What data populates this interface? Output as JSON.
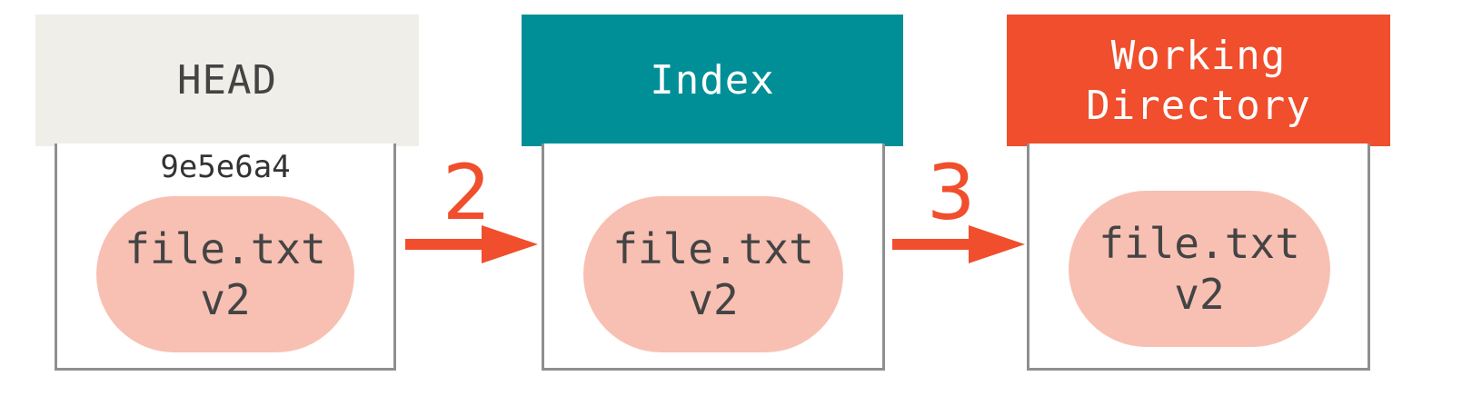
{
  "colors": {
    "head": "#efeee8",
    "index": "#008f97",
    "working": "#f04e2c",
    "blob": "#f8c0b3",
    "arrow": "#f04e2c",
    "border": "#8f8f8f"
  },
  "areas": [
    {
      "id": "head",
      "title": "HEAD",
      "title_color": "#444444",
      "sha": "9e5e6a4",
      "blob": {
        "name": "file.txt",
        "version": "v2"
      }
    },
    {
      "id": "index",
      "title": "Index",
      "title_color": "#ffffff",
      "sha": "",
      "blob": {
        "name": "file.txt",
        "version": "v2"
      }
    },
    {
      "id": "working",
      "title": "Working\nDirectory",
      "title_color": "#ffffff",
      "sha": "",
      "blob": {
        "name": "file.txt",
        "version": "v2"
      }
    }
  ],
  "steps": [
    {
      "label": "2",
      "from": "head",
      "to": "index"
    },
    {
      "label": "3",
      "from": "index",
      "to": "working"
    }
  ]
}
